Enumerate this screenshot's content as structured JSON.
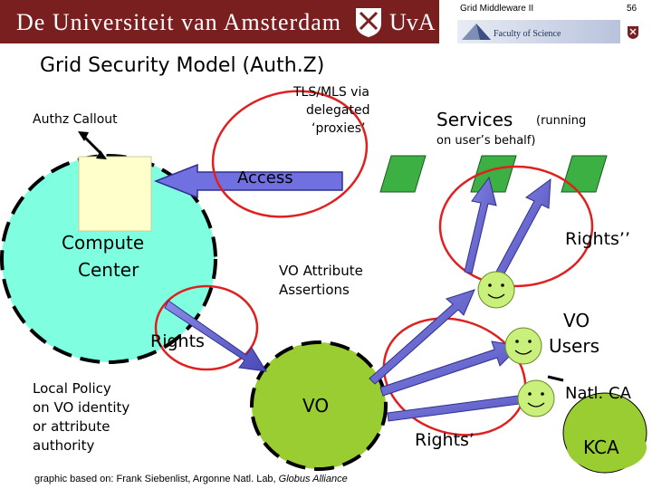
{
  "header": {
    "university": "De Universiteit van Amsterdam",
    "abbrev": "UvA",
    "course": "Grid Middleware II",
    "page": "56",
    "faculty": "Faculty of Science"
  },
  "title": "Grid Security Model (Auth.Z)",
  "labels": {
    "authz_callout": "Authz Callout",
    "tls_line1": "TLS/MLS via",
    "tls_line2": "delegated",
    "tls_line3": "‘proxies’",
    "services_main": "Services",
    "services_sub1": "(running",
    "services_sub2": "on user’s behalf)",
    "access": "Access",
    "rights_dblprime": "Rights’’",
    "compute_line1": "Compute",
    "compute_line2": "Center",
    "vo_attr_line1": "VO Attribute",
    "vo_attr_line2": "Assertions",
    "vo_users_line1": "VO",
    "vo_users_line2": "Users",
    "rights": "Rights",
    "local_line1": "Local Policy",
    "local_line2": "on VO identity",
    "local_line3": "or attribute",
    "local_line4": "authority",
    "vo": "VO",
    "natl_ca": "Natl. CA",
    "rights_prime": "Rights’",
    "kca": "KCA"
  },
  "footer": {
    "prefix": "graphic based on: Frank Siebenlist, Argonne Natl. Lab, ",
    "italic": "Globus Alliance"
  },
  "colors": {
    "header_band": "#7a1f1f",
    "compute_center": "#7fffdf",
    "vo_circle": "#9acd32",
    "service_box": "#3cb043",
    "arrow_fill": "#6b6bd6",
    "user_face": "#c8f07a",
    "ca_circle": "#9acd32",
    "highlight_ring": "#e02020",
    "callout_box": "#ffffcc"
  },
  "icons": [
    "uva-crest-icon",
    "faculty-pyramid-icon",
    "smiley-user-icon"
  ]
}
